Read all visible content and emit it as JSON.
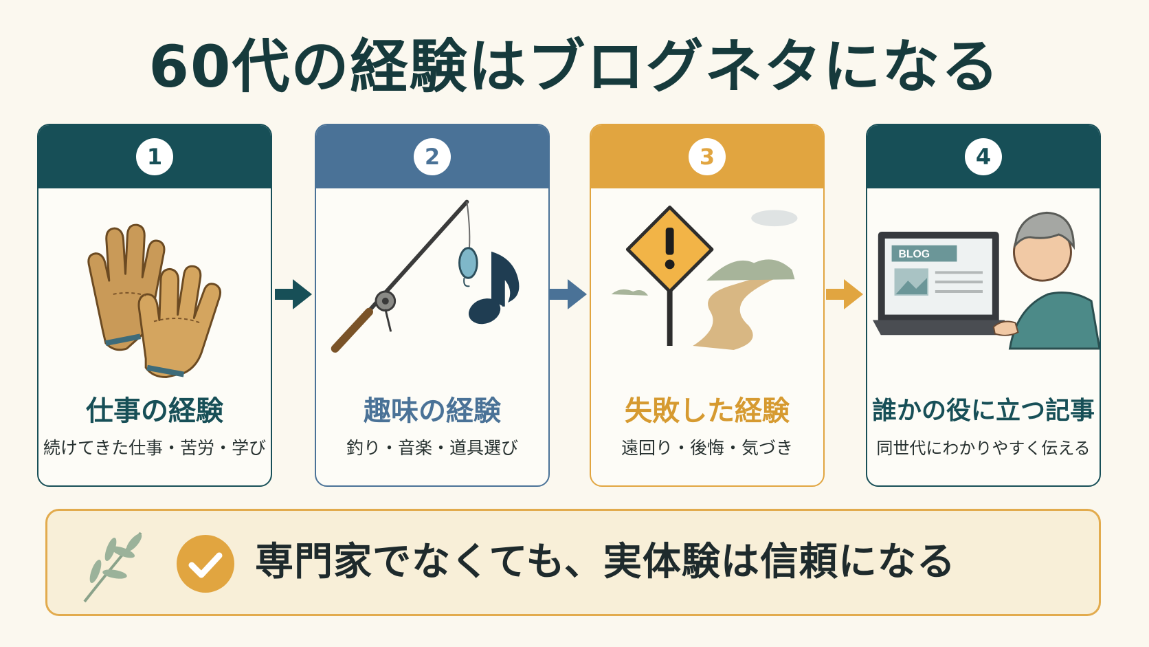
{
  "title": "60代の経験はブログネタになる",
  "colors": {
    "background": "#fbf8ef",
    "teal": "#174f57",
    "blue": "#4a7297",
    "orange": "#e1a540",
    "banner_border": "#e2ab4d"
  },
  "steps": [
    {
      "number": "1",
      "title": "仕事の経験",
      "subtitle": "続けてきた仕事・苦労・学び",
      "color": "#174f57",
      "icon": "work-gloves-icon"
    },
    {
      "number": "2",
      "title": "趣味の経験",
      "subtitle": "釣り・音楽・道具選び",
      "color": "#4a7297",
      "icon": "fishing-rod-music-icon"
    },
    {
      "number": "3",
      "title": "失敗した経験",
      "subtitle": "遠回り・後悔・気づき",
      "color": "#e1a540",
      "icon": "warning-sign-road-icon"
    },
    {
      "number": "4",
      "title": "誰かの役に立つ記事",
      "subtitle": "同世代にわかりやすく伝える",
      "color": "#174f57",
      "icon": "senior-blogging-laptop-icon"
    }
  ],
  "laptop_screen": {
    "label": "BLOG"
  },
  "banner": {
    "text": "専門家でなくても、実体験は信頼になる",
    "icon": "check-circle-icon",
    "decoration": "leaf-branch-icon"
  }
}
